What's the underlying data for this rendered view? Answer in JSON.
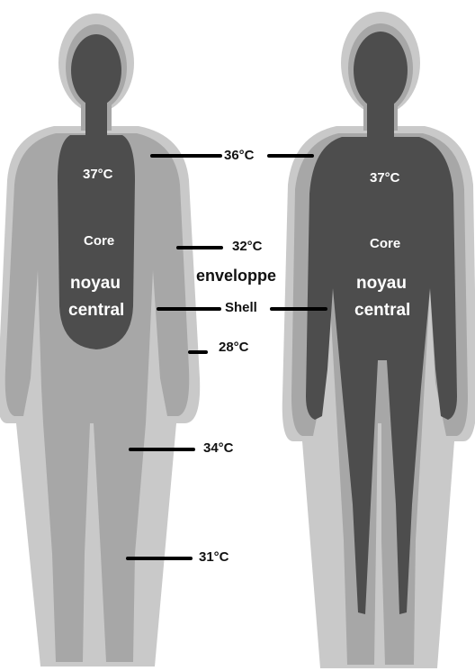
{
  "colors": {
    "outer_halo": "#c9c9c9",
    "shell": "#a7a7a7",
    "core": "#4d4d4d",
    "marker": "#000000",
    "text_light": "#ffffff",
    "text_dark": "#111111"
  },
  "left_figure": {
    "core_temp": "37°C",
    "core_en": "Core",
    "core_fr_line1": "noyau",
    "core_fr_line2": "central"
  },
  "right_figure": {
    "core_temp": "37°C",
    "core_en": "Core",
    "core_fr_line1": "noyau",
    "core_fr_line2": "central"
  },
  "shell_labels": {
    "fr": "enveloppe",
    "en": "Shell"
  },
  "temperatures": {
    "neck": "36°C",
    "upper_arm": "32°C",
    "hand": "28°C",
    "thigh": "34°C",
    "calf": "31°C"
  }
}
